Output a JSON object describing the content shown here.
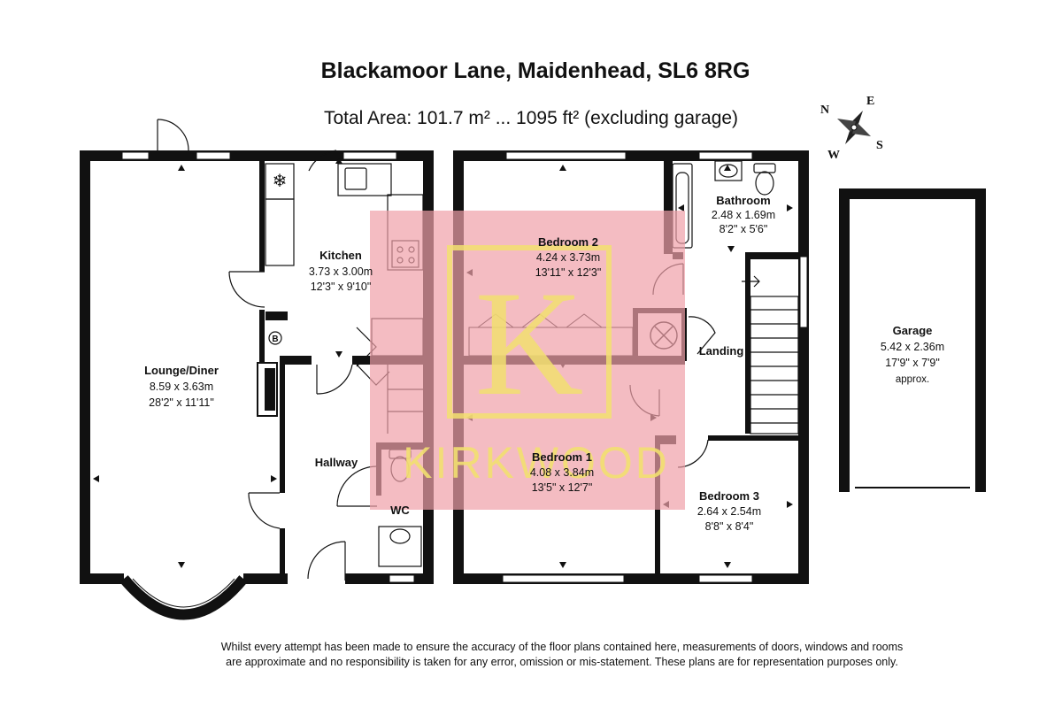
{
  "header": {
    "title": "Blackamoor Lane, Maidenhead, SL6 8RG",
    "subtitle": "Total Area: 101.7 m² ... 1095 ft² (excluding garage)"
  },
  "compass": {
    "n": "N",
    "e": "E",
    "s": "S",
    "w": "W"
  },
  "rooms": {
    "lounge": {
      "name": "Lounge/Diner",
      "metric": "8.59 x 3.63m",
      "imperial": "28'2\" x 11'11\""
    },
    "kitchen": {
      "name": "Kitchen",
      "metric": "3.73 x 3.00m",
      "imperial": "12'3\" x 9'10\""
    },
    "hallway": {
      "name": "Hallway"
    },
    "wc": {
      "name": "WC"
    },
    "boiler": {
      "label": "B"
    },
    "bedroom2": {
      "name": "Bedroom 2",
      "metric": "4.24 x 3.73m",
      "imperial": "13'11\" x 12'3\""
    },
    "bathroom": {
      "name": "Bathroom",
      "metric": "2.48 x 1.69m",
      "imperial": "8'2\" x 5'6\""
    },
    "landing": {
      "name": "Landing"
    },
    "bedroom1": {
      "name": "Bedroom 1",
      "metric": "4.08 x 3.84m",
      "imperial": "13'5\" x 12'7\""
    },
    "bedroom3": {
      "name": "Bedroom 3",
      "metric": "2.64 x 2.54m",
      "imperial": "8'8\" x 8'4\""
    },
    "garage": {
      "name": "Garage",
      "metric": "5.42 x 2.36m",
      "imperial": "17'9\" x 7'9\"",
      "note": "approx."
    }
  },
  "watermark": {
    "brand": "KIRKWOOD",
    "monogram": "K"
  },
  "colors": {
    "wall": "#111111",
    "watermark_bg": "#f0a0a8",
    "watermark_logo": "#f2e070"
  },
  "disclaimer": {
    "line1": "Whilst every attempt has been made to ensure the accuracy of the floor plans contained here, measurements of doors, windows and rooms",
    "line2": "are approximate and no responsibility is taken for any error, omission or mis-statement. These plans are for representation purposes only."
  }
}
